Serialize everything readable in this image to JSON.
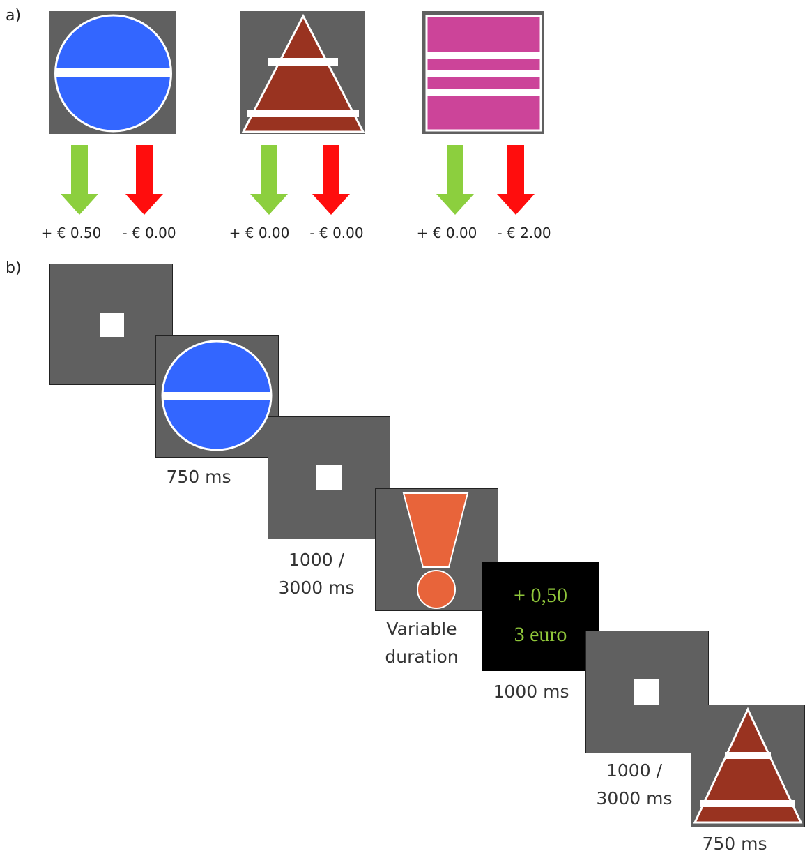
{
  "panel_a": {
    "label": "a)",
    "cues": [
      {
        "shape": "circle",
        "color": "#3366ff",
        "reward": "+ € 0.50",
        "punishment": "- € 0.00"
      },
      {
        "shape": "triangle",
        "color": "#993320",
        "reward": "+ € 0.00",
        "punishment": "- € 0.00"
      },
      {
        "shape": "square",
        "color": "#cc4499",
        "reward": "+ € 0.00",
        "punishment": "- € 2.00"
      }
    ],
    "arrow_colors": {
      "reward": "#8ccf3e",
      "punishment": "#ff0d0d"
    }
  },
  "panel_b": {
    "label": "b)",
    "sequence": [
      {
        "screen": "fixation"
      },
      {
        "screen": "cue-circle",
        "duration": "750 ms"
      },
      {
        "screen": "fixation",
        "duration_lines": [
          "1000 /",
          "3000 ms"
        ]
      },
      {
        "screen": "target-exclamation",
        "color": "#e8643a",
        "duration_lines": [
          "Variable",
          "duration"
        ]
      },
      {
        "screen": "feedback",
        "line1": "+ 0,50",
        "line2": "3 euro",
        "text_color": "#8fc63a",
        "duration": "1000 ms"
      },
      {
        "screen": "fixation",
        "duration_lines": [
          "1000 /",
          "3000 ms"
        ]
      },
      {
        "screen": "cue-triangle",
        "duration": "750 ms"
      }
    ]
  },
  "colors": {
    "background_gray": "#606060",
    "white": "#ffffff",
    "black": "#000000"
  }
}
